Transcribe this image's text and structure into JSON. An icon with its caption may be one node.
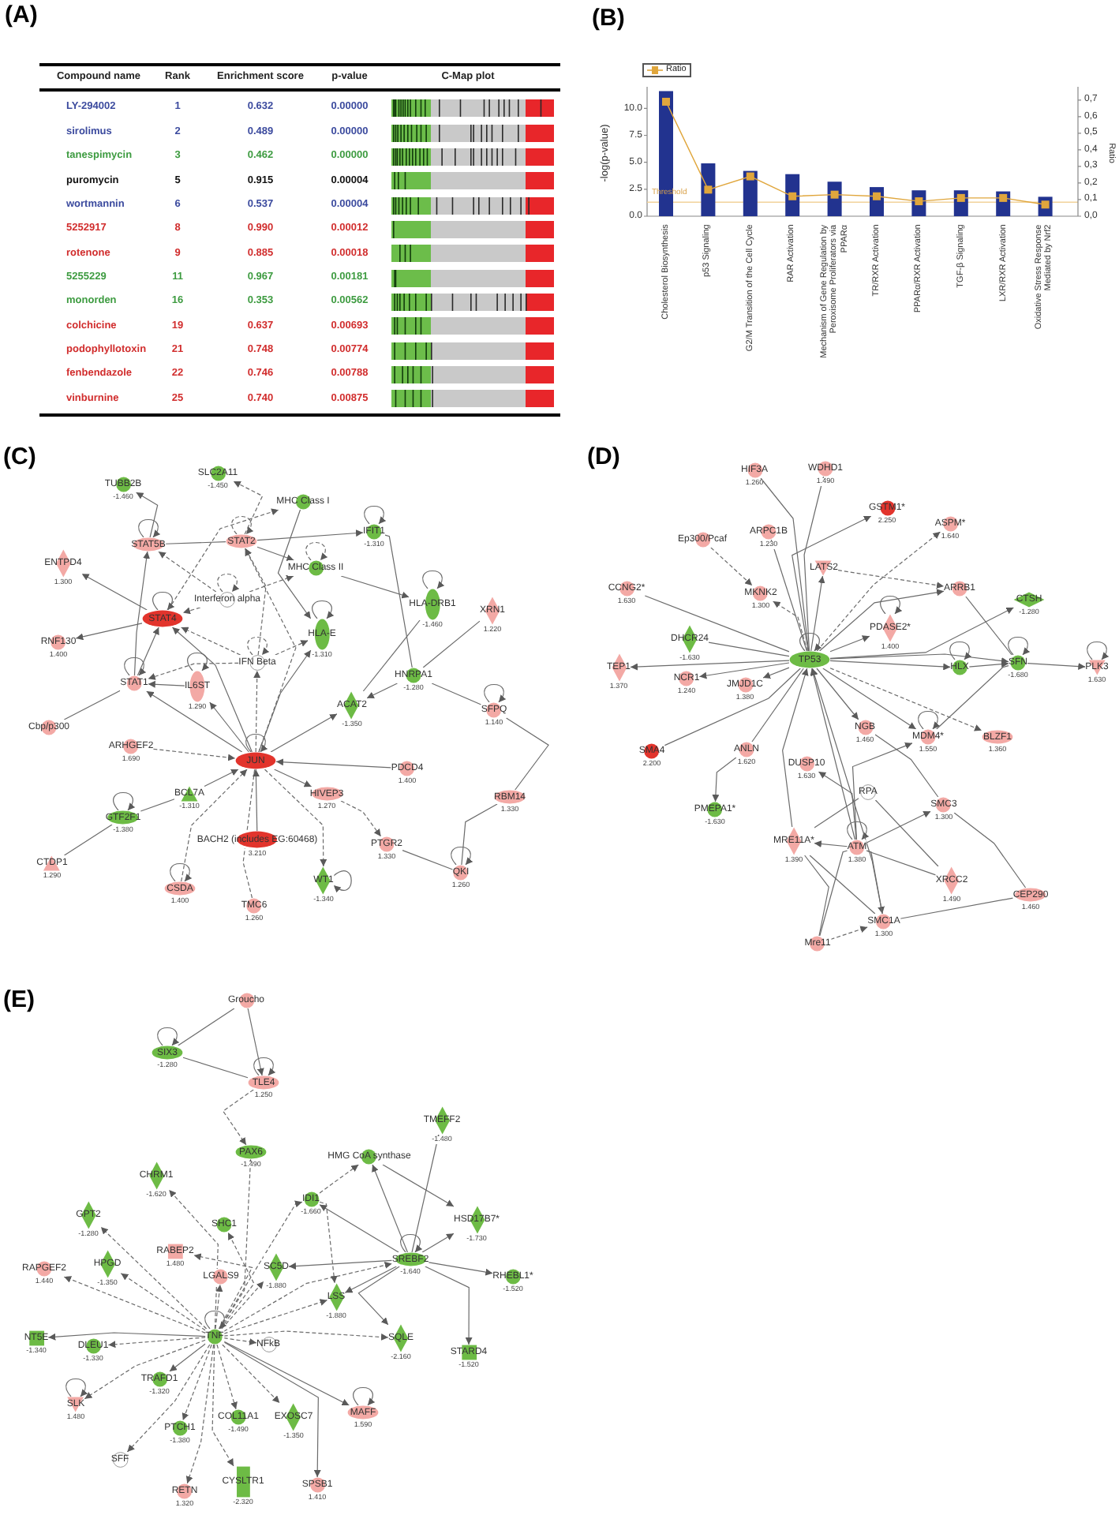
{
  "diagram": {
    "nodes": [
      {
        "text": [
          "TUBB2B"
        ],
        "beside": [
          "-1.460"
        ]
      },
      {
        "text": [
          "SLC2A11"
        ],
        "beside": [
          "-1.450"
        ]
      },
      {
        "text": [
          "MHC Class I"
        ]
      },
      {
        "text": [
          "IFIT1"
        ],
        "beside": [
          "-1.310"
        ]
      },
      {
        "text": [
          "STAT5B"
        ]
      },
      {
        "text": [
          "STAT2"
        ]
      },
      {
        "text": [
          "ENTPD4"
        ],
        "beside": [
          "1.300"
        ]
      },
      {
        "text": [
          "MHC Class II"
        ]
      },
      {
        "text": [
          "Interferon alpha"
        ]
      },
      {
        "text": [
          "HLA-DRB1"
        ],
        "beside": [
          "-1.460"
        ]
      },
      {
        "text": [
          "XRN1"
        ],
        "beside": [
          "1.220"
        ]
      },
      {
        "text": [
          "STAT4"
        ]
      },
      {
        "text": [
          "RNF130"
        ],
        "beside": [
          "1.400"
        ]
      },
      {
        "text": [
          "HLA-E"
        ],
        "beside": [
          "-1.310"
        ]
      },
      {
        "text": [
          "IFN Beta"
        ]
      },
      {
        "text": [
          "HNRPA1"
        ],
        "beside": [
          "-1.280"
        ]
      },
      {
        "text": [
          "STAT1"
        ]
      },
      {
        "text": [
          "IL6ST"
        ],
        "beside": [
          "1.290"
        ]
      },
      {
        "text": [
          "ACAT2"
        ],
        "beside": [
          "-1.350"
        ]
      },
      {
        "text": [
          "SFPQ"
        ],
        "beside": [
          "1.140"
        ]
      },
      {
        "text": [
          "Cbp/p300"
        ]
      },
      {
        "text": [
          "ARHGEF2"
        ],
        "beside": [
          "1.690"
        ]
      },
      {
        "text": [
          "JUN"
        ]
      },
      {
        "text": [
          "PDCD4"
        ],
        "beside": [
          "1.400"
        ]
      },
      {
        "text": [
          "BCL7A"
        ],
        "beside": [
          "-1.310"
        ]
      },
      {
        "text": [
          "HIVEP3"
        ],
        "beside": [
          "1.270"
        ]
      },
      {
        "text": [
          "RBM14"
        ],
        "beside": [
          "1.330"
        ]
      },
      {
        "text": [
          "GTF2F1"
        ],
        "beside": [
          "-1.380"
        ]
      },
      {
        "text": [
          "BACH2 (includes EG:60468)"
        ],
        "beside": [
          "3.210"
        ]
      },
      {
        "text": [
          "PTGR2"
        ],
        "beside": [
          "1.330"
        ]
      },
      {
        "text": [
          "CTDP1"
        ],
        "beside": [
          "1.290"
        ]
      },
      {
        "text": [
          "QKI"
        ],
        "beside": [
          "1.260"
        ]
      },
      {
        "text": [
          "WT1"
        ],
        "beside": [
          "-1.340"
        ]
      },
      {
        "text": [
          "CSDA"
        ],
        "beside": [
          "1.400"
        ]
      },
      {
        "text": [
          "TMC6"
        ],
        "beside": [
          "1.260"
        ]
      },
      {
        "text": [
          "HIF3A"
        ],
        "beside": [
          "1.260"
        ]
      },
      {
        "text": [
          "WDHD1"
        ],
        "beside": [
          "1.490"
        ]
      },
      {
        "text": [
          "GSTM1*"
        ],
        "beside": [
          "2.250"
        ]
      },
      {
        "text": [
          "ASPM*"
        ],
        "beside": [
          "1.640"
        ]
      },
      {
        "text": [
          "Ep300/Pcaf"
        ]
      },
      {
        "text": [
          "ARPC1B"
        ],
        "beside": [
          "1.230"
        ]
      },
      {
        "text": [
          "LATS2"
        ]
      },
      {
        "text": [
          "CCNG2*"
        ],
        "beside": [
          "1.630"
        ]
      },
      {
        "text": [
          "MKNK2"
        ],
        "beside": [
          "1.300"
        ]
      },
      {
        "text": [
          "ARRB1"
        ]
      },
      {
        "text": [
          "CTSH"
        ],
        "beside": [
          "-1.280"
        ]
      },
      {
        "text": [
          "DHCR24"
        ],
        "beside": [
          "-1.630"
        ]
      },
      {
        "text": [
          "PDASE2*"
        ],
        "beside": [
          "1.400"
        ]
      },
      {
        "text": [
          "TEP1"
        ],
        "beside": [
          "1.370"
        ]
      },
      {
        "text": [
          "TP53"
        ]
      },
      {
        "text": [
          "HLX"
        ]
      },
      {
        "text": [
          "SFN"
        ],
        "beside": [
          "-1.680"
        ]
      },
      {
        "text": [
          "PLK3"
        ],
        "beside": [
          "1.630"
        ]
      },
      {
        "text": [
          "NCR1"
        ],
        "beside": [
          "1.240"
        ]
      },
      {
        "text": [
          "JMJD1C"
        ],
        "beside": [
          "1.380"
        ]
      },
      {
        "text": [
          "NGB"
        ],
        "beside": [
          "1.460"
        ]
      },
      {
        "text": [
          "MDM4*"
        ],
        "beside": [
          "1.550"
        ]
      },
      {
        "text": [
          "BLZF1"
        ],
        "beside": [
          "1.360"
        ]
      },
      {
        "text": [
          "SMA4"
        ],
        "beside": [
          "2.200"
        ]
      },
      {
        "text": [
          "ANLN"
        ],
        "beside": [
          "1.620"
        ]
      },
      {
        "text": [
          "DUSP10"
        ],
        "beside": [
          "1.630"
        ]
      },
      {
        "text": [
          "RPA"
        ]
      },
      {
        "text": [
          "PMEPA1*"
        ],
        "beside": [
          "-1.630"
        ]
      },
      {
        "text": [
          "SMC3"
        ],
        "beside": [
          "1.300"
        ]
      },
      {
        "text": [
          "MRE11A*"
        ],
        "beside": [
          "1.390"
        ]
      },
      {
        "text": [
          "ATM"
        ],
        "beside": [
          "1.380"
        ]
      },
      {
        "text": [
          "XRCC2"
        ],
        "beside": [
          "1.490"
        ]
      },
      {
        "text": [
          "CEP290"
        ],
        "beside": [
          "1.460"
        ]
      },
      {
        "text": [
          "SMC1A"
        ],
        "beside": [
          "1.300"
        ]
      },
      {
        "text": [
          "Mre11"
        ]
      },
      {
        "text": [
          "Groucho"
        ]
      },
      {
        "text": [
          "SIX3"
        ],
        "beside": [
          "-1.280"
        ]
      },
      {
        "text": [
          "TLE4"
        ],
        "beside": [
          "1.250"
        ]
      },
      {
        "text": [
          "PAX6"
        ],
        "beside": [
          "-1.490"
        ]
      },
      {
        "text": [
          "TMEFF2"
        ],
        "beside": [
          "-1.480"
        ]
      },
      {
        "text": [
          "HMG CoA synthase"
        ]
      },
      {
        "text": [
          "CHRM1"
        ],
        "beside": [
          "-1.620"
        ]
      },
      {
        "text": [
          "IDI1"
        ],
        "beside": [
          "-1.660"
        ]
      },
      {
        "text": [
          "HSD17B7*"
        ],
        "beside": [
          "-1.730"
        ]
      },
      {
        "text": [
          "GPT2"
        ],
        "beside": [
          "-1.280"
        ]
      },
      {
        "text": [
          "SHC1"
        ]
      },
      {
        "text": [
          "RABEP2"
        ],
        "beside": [
          "1.480"
        ]
      },
      {
        "text": [
          "RAPGEF2"
        ],
        "beside": [
          "1.440"
        ]
      },
      {
        "text": [
          "SC5D"
        ],
        "beside": [
          "-1.880"
        ]
      },
      {
        "text": [
          "LGALS9"
        ]
      },
      {
        "text": [
          "SREBF2"
        ],
        "beside": [
          "-1.640"
        ]
      },
      {
        "text": [
          "RHEBL1*"
        ],
        "beside": [
          "-1.520"
        ]
      },
      {
        "text": [
          "HPGD"
        ],
        "beside": [
          "-1.350"
        ]
      },
      {
        "text": [
          "LSS"
        ],
        "beside": [
          "-1.880"
        ]
      },
      {
        "text": [
          "TNF"
        ]
      },
      {
        "text": [
          "NT5E"
        ],
        "beside": [
          "-1.340"
        ]
      },
      {
        "text": [
          "DLEU1"
        ],
        "beside": [
          "-1.330"
        ]
      },
      {
        "text": [
          "NFkB"
        ]
      },
      {
        "text": [
          "SQLE"
        ],
        "beside": [
          "-2.160"
        ]
      },
      {
        "text": [
          "STARD4"
        ],
        "beside": [
          "-1.520"
        ]
      },
      {
        "text": [
          "TRAFD1"
        ],
        "beside": [
          "-1.320"
        ]
      },
      {
        "text": [
          "SLK"
        ],
        "beside": [
          "1.480"
        ]
      },
      {
        "text": [
          "PTCH1"
        ],
        "beside": [
          "-1.380"
        ]
      },
      {
        "text": [
          "COL11A1"
        ],
        "beside": [
          "-1.490"
        ]
      },
      {
        "text": [
          "EXOSC7"
        ],
        "beside": [
          "-1.350"
        ]
      },
      {
        "text": [
          "MAFF"
        ],
        "beside": [
          "1.590"
        ]
      },
      {
        "text": [
          "SFF"
        ]
      },
      {
        "text": [
          "RETN"
        ],
        "beside": [
          "1.320"
        ]
      },
      {
        "text": [
          "CYSLTR1"
        ],
        "beside": [
          "-2.320"
        ]
      },
      {
        "text": [
          "SPSB1"
        ],
        "beside": [
          "1.410"
        ]
      }
    ],
    "edges": [
      {
        "from": 4,
        "to": 0,
        "arrow": "to"
      },
      {
        "from": 5,
        "to": 1,
        "arrow": "to",
        "style": "dashed"
      },
      {
        "from": 4,
        "to": 4,
        "arrow": "to"
      },
      {
        "from": 4,
        "to": 5,
        "arrow": "none"
      },
      {
        "from": 5,
        "to": 3,
        "arrow": "to"
      },
      {
        "from": 5,
        "to": 7,
        "arrow": "to"
      },
      {
        "from": 2,
        "to": 13,
        "arrow": "to"
      },
      {
        "from": 7,
        "to": 7,
        "arrow": "to",
        "style": "dashed"
      },
      {
        "from": 5,
        "to": 5,
        "arrow": "to",
        "style": "dashed"
      },
      {
        "from": 3,
        "to": 3,
        "arrow": "to"
      },
      {
        "from": 7,
        "to": 9,
        "arrow": "to"
      },
      {
        "from": 9,
        "to": 9,
        "arrow": "to"
      },
      {
        "from": 13,
        "to": 13,
        "arrow": "to"
      },
      {
        "from": 11,
        "to": 11,
        "arrow": "to"
      },
      {
        "from": 11,
        "to": 6,
        "arrow": "to"
      },
      {
        "from": 11,
        "to": 12,
        "arrow": "to"
      },
      {
        "from": 8,
        "to": 4,
        "arrow": "to",
        "style": "dashed"
      },
      {
        "from": 8,
        "to": 11,
        "arrow": "to",
        "style": "dashed"
      },
      {
        "from": 8,
        "to": 7,
        "arrow": "to",
        "style": "dashed"
      },
      {
        "from": 8,
        "to": 8,
        "arrow": "to",
        "style": "dashed"
      },
      {
        "from": 14,
        "to": 11,
        "arrow": "to",
        "style": "dashed"
      },
      {
        "from": 14,
        "to": 16,
        "arrow": "to",
        "style": "dashed"
      },
      {
        "from": 14,
        "to": 13,
        "arrow": "to",
        "style": "dashed"
      },
      {
        "from": 14,
        "to": 14,
        "arrow": "to",
        "style": "dashed"
      },
      {
        "from": 14,
        "to": 5,
        "arrow": "to",
        "style": "dashed"
      },
      {
        "from": 16,
        "to": 4,
        "arrow": "to"
      },
      {
        "from": 16,
        "to": 11,
        "arrow": "to"
      },
      {
        "from": 16,
        "to": 16,
        "arrow": "to"
      },
      {
        "from": 16,
        "to": 20,
        "arrow": "none"
      },
      {
        "from": 17,
        "to": 17,
        "arrow": "to"
      },
      {
        "from": 17,
        "to": 16,
        "arrow": "to"
      },
      {
        "from": 22,
        "to": 16,
        "arrow": "to"
      },
      {
        "from": 22,
        "to": 11,
        "arrow": "to"
      },
      {
        "from": 22,
        "to": 17,
        "arrow": "to"
      },
      {
        "from": 22,
        "to": 13,
        "arrow": "to"
      },
      {
        "from": 22,
        "to": 18,
        "arrow": "to"
      },
      {
        "from": 22,
        "to": 22,
        "arrow": "to"
      },
      {
        "from": 22,
        "to": 5,
        "arrow": "to",
        "style": "dashed"
      },
      {
        "from": 22,
        "to": 14,
        "arrow": "to",
        "style": "dashed"
      },
      {
        "from": 21,
        "to": 22,
        "arrow": "to",
        "style": "dashed"
      },
      {
        "from": 23,
        "to": 22,
        "arrow": "to"
      },
      {
        "from": 22,
        "to": 25,
        "arrow": "to"
      },
      {
        "from": 25,
        "to": 29,
        "arrow": "to",
        "style": "dashed"
      },
      {
        "from": 22,
        "to": 32,
        "arrow": "to",
        "style": "dashed"
      },
      {
        "from": 32,
        "to": 32,
        "arrow": "to"
      },
      {
        "from": 33,
        "to": 22,
        "arrow": "to",
        "style": "dashed"
      },
      {
        "from": 33,
        "to": 33,
        "arrow": "to"
      },
      {
        "from": 34,
        "to": 22,
        "arrow": "none",
        "style": "dashed"
      },
      {
        "from": 28,
        "to": 22,
        "arrow": "to"
      },
      {
        "from": 24,
        "to": 22,
        "arrow": "to"
      },
      {
        "from": 27,
        "to": 24,
        "arrow": "none"
      },
      {
        "from": 27,
        "to": 27,
        "arrow": "to"
      },
      {
        "from": 30,
        "to": 27,
        "arrow": "none"
      },
      {
        "from": 9,
        "to": 18,
        "arrow": "none"
      },
      {
        "from": 15,
        "to": 18,
        "arrow": "to"
      },
      {
        "from": 15,
        "to": 10,
        "arrow": "none"
      },
      {
        "from": 15,
        "to": 19,
        "arrow": "none"
      },
      {
        "from": 3,
        "to": 15,
        "arrow": "none"
      },
      {
        "from": 19,
        "to": 19,
        "arrow": "to"
      },
      {
        "from": 19,
        "to": 26,
        "arrow": "none"
      },
      {
        "from": 26,
        "to": 31,
        "arrow": "none"
      },
      {
        "from": 31,
        "to": 29,
        "arrow": "none"
      },
      {
        "from": 31,
        "to": 31,
        "arrow": "to"
      },
      {
        "from": 11,
        "to": 2,
        "arrow": "to",
        "style": "dashed"
      },
      {
        "from": 35,
        "to": 49,
        "arrow": "none"
      },
      {
        "from": 36,
        "to": 49,
        "arrow": "none"
      },
      {
        "from": 49,
        "to": 37,
        "arrow": "to"
      },
      {
        "from": 49,
        "to": 38,
        "arrow": "to",
        "style": "dashed"
      },
      {
        "from": 39,
        "to": 43,
        "arrow": "to",
        "style": "dashed"
      },
      {
        "from": 40,
        "to": 49,
        "arrow": "none"
      },
      {
        "from": 41,
        "to": 44,
        "arrow": "to",
        "style": "dashed"
      },
      {
        "from": 49,
        "to": 41,
        "arrow": "to"
      },
      {
        "from": 42,
        "to": 49,
        "arrow": "none"
      },
      {
        "from": 46,
        "to": 49,
        "arrow": "none"
      },
      {
        "from": 49,
        "to": 43,
        "arrow": "to",
        "style": "dashed"
      },
      {
        "from": 47,
        "to": 47,
        "arrow": "to"
      },
      {
        "from": 49,
        "to": 47,
        "arrow": "to"
      },
      {
        "from": 49,
        "to": 44,
        "arrow": "to"
      },
      {
        "from": 49,
        "to": 45,
        "arrow": "to"
      },
      {
        "from": 49,
        "to": 48,
        "arrow": "to"
      },
      {
        "from": 49,
        "to": 50,
        "arrow": "to"
      },
      {
        "from": 50,
        "to": 51,
        "arrow": "to"
      },
      {
        "from": 49,
        "to": 51,
        "arrow": "to"
      },
      {
        "from": 51,
        "to": 52,
        "arrow": "to"
      },
      {
        "from": 44,
        "to": 51,
        "arrow": "none"
      },
      {
        "from": 50,
        "to": 50,
        "arrow": "to"
      },
      {
        "from": 51,
        "to": 51,
        "arrow": "to"
      },
      {
        "from": 52,
        "to": 52,
        "arrow": "to"
      },
      {
        "from": 49,
        "to": 49,
        "arrow": "to"
      },
      {
        "from": 49,
        "to": 53,
        "arrow": "to"
      },
      {
        "from": 49,
        "to": 54,
        "arrow": "to"
      },
      {
        "from": 58,
        "to": 49,
        "arrow": "none"
      },
      {
        "from": 59,
        "to": 49,
        "arrow": "none"
      },
      {
        "from": 59,
        "to": 62,
        "arrow": "to"
      },
      {
        "from": 49,
        "to": 55,
        "arrow": "to"
      },
      {
        "from": 49,
        "to": 56,
        "arrow": "to"
      },
      {
        "from": 56,
        "to": 56,
        "arrow": "to"
      },
      {
        "from": 56,
        "to": 51,
        "arrow": "none"
      },
      {
        "from": 49,
        "to": 57,
        "arrow": "to",
        "style": "dashed"
      },
      {
        "from": 65,
        "to": 60,
        "arrow": "to"
      },
      {
        "from": 61,
        "to": 64,
        "arrow": "none"
      },
      {
        "from": 61,
        "to": 66,
        "arrow": "none"
      },
      {
        "from": 65,
        "to": 64,
        "arrow": "to"
      },
      {
        "from": 65,
        "to": 63,
        "arrow": "to"
      },
      {
        "from": 65,
        "to": 56,
        "arrow": "to"
      },
      {
        "from": 65,
        "to": 65,
        "arrow": "to"
      },
      {
        "from": 65,
        "to": 68,
        "arrow": "to"
      },
      {
        "from": 65,
        "to": 49,
        "arrow": "to"
      },
      {
        "from": 64,
        "to": 49,
        "arrow": "to"
      },
      {
        "from": 64,
        "to": 68,
        "arrow": "none"
      },
      {
        "from": 69,
        "to": 64,
        "arrow": "none"
      },
      {
        "from": 69,
        "to": 65,
        "arrow": "none"
      },
      {
        "from": 69,
        "to": 68,
        "arrow": "to",
        "style": "dashed"
      },
      {
        "from": 68,
        "to": 67,
        "arrow": "none"
      },
      {
        "from": 63,
        "to": 67,
        "arrow": "none"
      },
      {
        "from": 66,
        "to": 65,
        "arrow": "none"
      },
      {
        "from": 55,
        "to": 63,
        "arrow": "none"
      },
      {
        "from": 68,
        "to": 49,
        "arrow": "to"
      },
      {
        "from": 70,
        "to": 71,
        "arrow": "none"
      },
      {
        "from": 70,
        "to": 72,
        "arrow": "to"
      },
      {
        "from": 71,
        "to": 72,
        "arrow": "none"
      },
      {
        "from": 71,
        "to": 71,
        "arrow": "to"
      },
      {
        "from": 72,
        "to": 72,
        "arrow": "to"
      },
      {
        "from": 72,
        "to": 73,
        "arrow": "to",
        "style": "dashed"
      },
      {
        "from": 89,
        "to": 73,
        "arrow": "to",
        "style": "dashed"
      },
      {
        "from": 89,
        "to": 76,
        "arrow": "to",
        "style": "dashed"
      },
      {
        "from": 89,
        "to": 79,
        "arrow": "to",
        "style": "dashed"
      },
      {
        "from": 89,
        "to": 80,
        "arrow": "to",
        "style": "dashed"
      },
      {
        "from": 89,
        "to": 81,
        "arrow": "to",
        "style": "dashed"
      },
      {
        "from": 89,
        "to": 82,
        "arrow": "to",
        "style": "dashed"
      },
      {
        "from": 89,
        "to": 87,
        "arrow": "to",
        "style": "dashed"
      },
      {
        "from": 89,
        "to": 84,
        "arrow": "to",
        "style": "dashed"
      },
      {
        "from": 89,
        "to": 77,
        "arrow": "to",
        "style": "dashed"
      },
      {
        "from": 89,
        "to": 83,
        "arrow": "to",
        "style": "dashed"
      },
      {
        "from": 89,
        "to": 88,
        "arrow": "to",
        "style": "dashed"
      },
      {
        "from": 89,
        "to": 85,
        "arrow": "to",
        "style": "dashed"
      },
      {
        "from": 89,
        "to": 90,
        "arrow": "to"
      },
      {
        "from": 89,
        "to": 91,
        "arrow": "to",
        "style": "dashed"
      },
      {
        "from": 89,
        "to": 92,
        "arrow": "to",
        "style": "dashed"
      },
      {
        "from": 89,
        "to": 93,
        "arrow": "to",
        "style": "dashed"
      },
      {
        "from": 89,
        "to": 95,
        "arrow": "to"
      },
      {
        "from": 89,
        "to": 96,
        "arrow": "to",
        "style": "dashed"
      },
      {
        "from": 89,
        "to": 97,
        "arrow": "to",
        "style": "dashed"
      },
      {
        "from": 89,
        "to": 98,
        "arrow": "to",
        "style": "dashed"
      },
      {
        "from": 89,
        "to": 99,
        "arrow": "to",
        "style": "dashed"
      },
      {
        "from": 89,
        "to": 100,
        "arrow": "to"
      },
      {
        "from": 89,
        "to": 101,
        "arrow": "to",
        "style": "dashed"
      },
      {
        "from": 89,
        "to": 102,
        "arrow": "to",
        "style": "dashed"
      },
      {
        "from": 89,
        "to": 103,
        "arrow": "to",
        "style": "dashed"
      },
      {
        "from": 89,
        "to": 104,
        "arrow": "to"
      },
      {
        "from": 85,
        "to": 77,
        "arrow": "to"
      },
      {
        "from": 85,
        "to": 75,
        "arrow": "to"
      },
      {
        "from": 85,
        "to": 74,
        "arrow": "to"
      },
      {
        "from": 85,
        "to": 78,
        "arrow": "to"
      },
      {
        "from": 85,
        "to": 86,
        "arrow": "to"
      },
      {
        "from": 85,
        "to": 93,
        "arrow": "to"
      },
      {
        "from": 85,
        "to": 94,
        "arrow": "to"
      },
      {
        "from": 85,
        "to": 83,
        "arrow": "to"
      },
      {
        "from": 85,
        "to": 88,
        "arrow": "to"
      },
      {
        "from": 77,
        "to": 75,
        "arrow": "to",
        "style": "dashed"
      },
      {
        "from": 75,
        "to": 78,
        "arrow": "to"
      },
      {
        "from": 77,
        "to": 88,
        "arrow": "to",
        "style": "dashed"
      },
      {
        "from": 85,
        "to": 85,
        "arrow": "to"
      },
      {
        "from": 89,
        "to": 89,
        "arrow": "to"
      },
      {
        "from": 96,
        "to": 96,
        "arrow": "to"
      },
      {
        "from": 100,
        "to": 100,
        "arrow": "to"
      }
    ],
    "labels": [
      "(A)",
      "Compound name",
      "Rank",
      "Enrichment score",
      "p-value",
      "C-Map plot",
      "LY-294002",
      "1",
      "0.632",
      "0.00000",
      "sirolimus",
      "2",
      "0.489",
      "0.00000",
      "tanespimycin",
      "3",
      "0.462",
      "0.00000",
      "puromycin",
      "5",
      "0.915",
      "0.00004",
      "wortmannin",
      "6",
      "0.537",
      "0.00004",
      "5252917",
      "8",
      "0.990",
      "0.00012",
      "rotenone",
      "9",
      "0.885",
      "0.00018",
      "5255229",
      "11",
      "0.967",
      "0.00181",
      "monorden",
      "16",
      "0.353",
      "0.00562",
      "colchicine",
      "19",
      "0.637",
      "0.00693",
      "podophyllotoxin",
      "21",
      "0.748",
      "0.00774",
      "fenbendazole",
      "22",
      "0.746",
      "0.00788",
      "vinburnine",
      "25",
      "0.740",
      "0.00875",
      "(B)",
      "(C)",
      "(D)",
      "(E)"
    ],
    "chart_data": [
      {
        "type": "bar",
        "ylabel": "-log(p-value)",
        "categories": [
          "Cholesterol Biosynthesis",
          "p53 Signaling",
          "G2/M Transition of the Cell Cycle",
          "RAR Activation",
          "Mechanism of Gene Regulation by Peroxisome Proliferators via PPARα",
          "TR/RXR Activation",
          "PPARα/RXR Activation",
          "TGF-β Signaling",
          "LXR/RXR Activation",
          "Oxidative Stress Response Mediated by Nrf2"
        ],
        "series": [
          {
            "color": "#22338f",
            "values": [
              11.6,
              4.9,
              4.2,
              3.9,
              3.2,
              2.7,
              2.4,
              2.4,
              2.3,
              1.8
            ]
          }
        ],
        "ylim": [
          0,
          12
        ],
        "yticks": [
          {
            "value": 0,
            "label": "0.0"
          },
          {
            "value": 2.5,
            "label": "2.5"
          },
          {
            "value": 5,
            "label": "5.0"
          },
          {
            "value": 7.5,
            "label": "7.5"
          },
          {
            "value": 10,
            "label": "10.0"
          }
        ],
        "ref_lines": [
          {
            "axis": "y",
            "value": 1.3,
            "label": "Threshold"
          }
        ]
      },
      {
        "type": "line",
        "ylabel": "Ratio",
        "series": [
          {
            "name": "Ratio",
            "color": "#e0a63c",
            "marker": "square",
            "values": [
              0.69,
              0.16,
              0.24,
              0.12,
              0.13,
              0.12,
              0.09,
              0.11,
              0.11,
              0.07
            ]
          }
        ],
        "ylim": [
          0,
          0.78
        ],
        "yticks": [
          {
            "value": 0,
            "label": "0,0"
          },
          {
            "value": 0.1,
            "label": "0,1"
          },
          {
            "value": 0.2,
            "label": "0,2"
          },
          {
            "value": 0.3,
            "label": "0,3"
          },
          {
            "value": 0.4,
            "label": "0,4"
          },
          {
            "value": 0.5,
            "label": "0,5"
          },
          {
            "value": 0.6,
            "label": "0,6"
          },
          {
            "value": 0.7,
            "label": "0,7"
          }
        ]
      }
    ]
  }
}
